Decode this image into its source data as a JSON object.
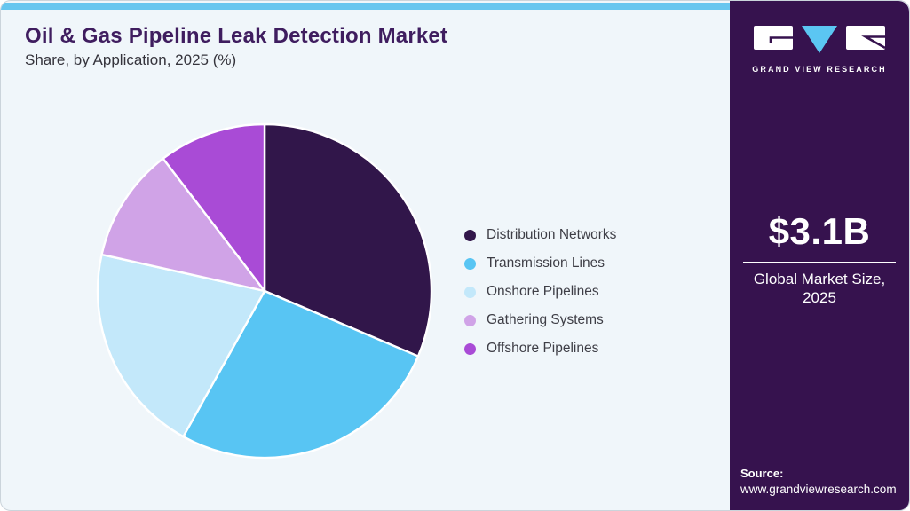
{
  "header": {
    "title": "Oil & Gas Pipeline Leak Detection Market",
    "subtitle": "Share, by Application, 2025 (%)"
  },
  "chart_data": {
    "type": "pie",
    "title": "Oil & Gas Pipeline Leak Detection Market Share, by Application, 2025 (%)",
    "unit": "%",
    "start_angle_deg": 0,
    "direction": "clockwise",
    "categories": [
      "Distribution Networks",
      "Transmission Lines",
      "Onshore Pipelines",
      "Gathering Systems",
      "Offshore Pipelines"
    ],
    "values": [
      31.4,
      26.7,
      20.4,
      11.1,
      10.4
    ],
    "colors": [
      "#31164A",
      "#58C5F3",
      "#C3E8FA",
      "#D0A3E7",
      "#A94BD6"
    ],
    "slice_border_color": "#FFFFFF",
    "legend_position": "right",
    "data_labels_shown": false
  },
  "legend": {
    "items": [
      {
        "label": "Distribution Networks",
        "color": "#31164A"
      },
      {
        "label": "Transmission Lines",
        "color": "#58C5F3"
      },
      {
        "label": "Onshore Pipelines",
        "color": "#C3E8FA"
      },
      {
        "label": "Gathering Systems",
        "color": "#D0A3E7"
      },
      {
        "label": "Offshore Pipelines",
        "color": "#A94BD6"
      }
    ]
  },
  "sidebar": {
    "brand_name": "GRAND VIEW RESEARCH",
    "market_size_value": "$3.1B",
    "market_size_label_line1": "Global Market Size,",
    "market_size_label_line2": "2025",
    "source_label": "Source:",
    "source_url": "www.grandviewresearch.com"
  },
  "icons": {
    "logo_g_block": "gvr-logo-g-block",
    "logo_v_triangle": "gvr-logo-v-triangle",
    "logo_r_block": "gvr-logo-r-block"
  },
  "theme": {
    "main_background": "#F0F6FA",
    "accent_bar": "#67C6EF",
    "sidebar_background": "#36124E",
    "title_color": "#3F1D5F",
    "subtitle_color": "#35343C",
    "legend_text_color": "#3E3E46",
    "logo_blue": "#5BC6F2",
    "logo_white": "#FFFFFF"
  }
}
